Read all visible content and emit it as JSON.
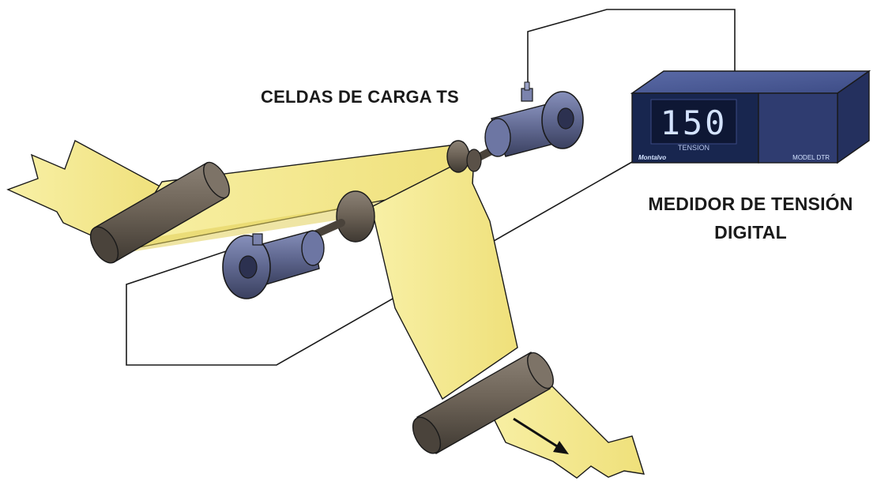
{
  "labels": {
    "load_cells": "CELDAS DE CARGA TS",
    "meter_line1": "MEDIDOR DE TENSIÓN",
    "meter_line2": "DIGITAL"
  },
  "meter": {
    "display_value": "150",
    "display_caption": "TENSION",
    "brand": "Montalvo",
    "model": "MODEL DTR"
  },
  "colors": {
    "web": "#f3e98f",
    "web_shade": "#e2cf5a",
    "roller": "#6e6458",
    "roller_dark": "#4a433b",
    "load_cell": "#5f678f",
    "meter_body": "#2f3c70",
    "meter_face": "#18264f",
    "digits": "#d4e3ff"
  },
  "icons": [
    "arrow-icon"
  ]
}
